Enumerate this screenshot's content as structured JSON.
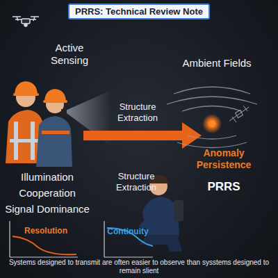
{
  "diagram": {
    "title": "PRRS: Technical Review Note",
    "caption": "Systems designed to transmit are often easier to observe than sysstems designed to remain slient",
    "labels": [
      "Active Sensing",
      "Ambient Fields",
      "Structure Extraction",
      "Anomaly Persistence",
      "PRRS",
      "Illumination",
      "Cooperation",
      "Signal Dominance",
      "Structure Extraction",
      "Resolution",
      "Continuity"
    ]
  }
}
